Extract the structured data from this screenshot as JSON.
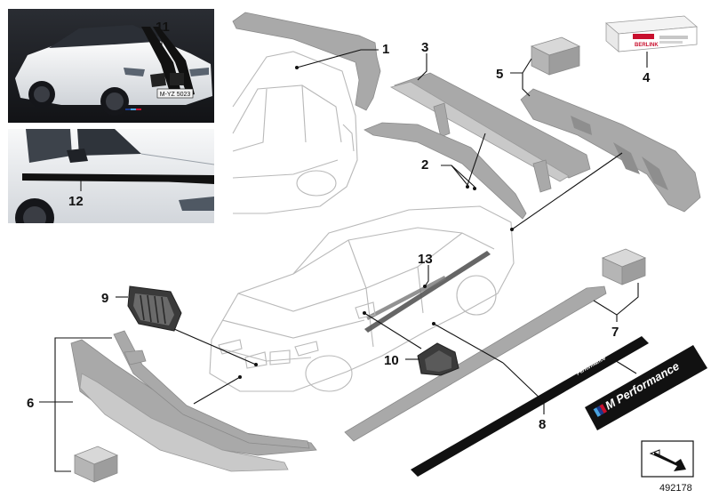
{
  "diagram": {
    "callouts": [
      "1",
      "2",
      "3",
      "4",
      "5",
      "6",
      "7",
      "8",
      "9",
      "10",
      "11",
      "12",
      "13"
    ],
    "photo_callouts": {
      "stripes_top": "11",
      "side_stripe": "12"
    },
    "reference_number": "492178",
    "decal_text": "Performance",
    "decal_text_small": "Performance",
    "decal_m": "M",
    "license_plate": "M-YZ 5023",
    "box_brand": "BERLINK",
    "colors": {
      "part_grey": "#a9a9a9",
      "decal_black": "#111111",
      "stripe_red": "#c8102e",
      "stripe_blue": "#1a3a8c"
    }
  }
}
